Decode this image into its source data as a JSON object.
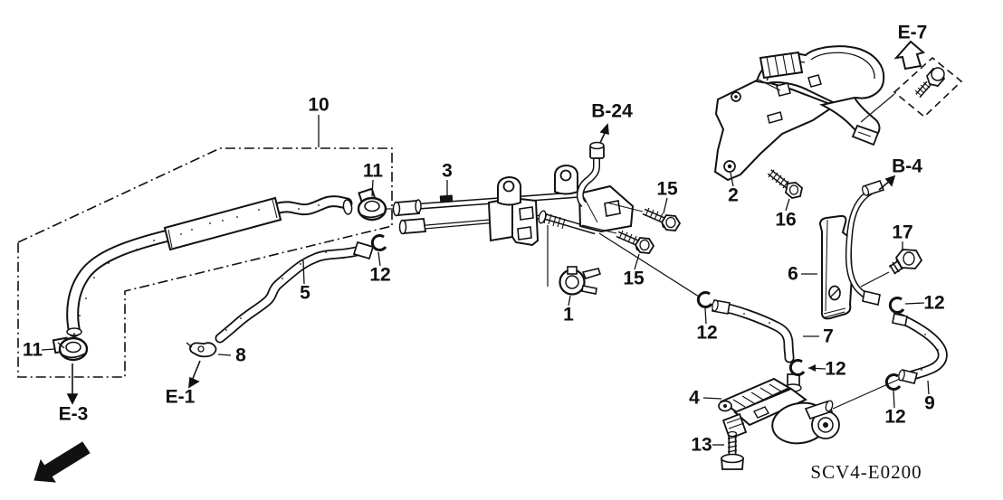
{
  "figure": {
    "code": "SCV4-E0200",
    "front_marker": "FR.",
    "callouts": {
      "c10": "10",
      "c11_right": "11",
      "c3": "3",
      "c15_upper": "15",
      "c2": "2",
      "c16": "16",
      "c17": "17",
      "c6": "6",
      "c12_stay": "12",
      "c12_pipe": "12",
      "c5": "5",
      "c15_lower": "15",
      "c1": "1",
      "c12_hose7": "12",
      "c7": "7",
      "c11_left": "11",
      "c8": "8",
      "c12_valve": "12",
      "c12_hose9": "12",
      "c9": "9",
      "c4": "4",
      "c13": "13"
    },
    "references": {
      "b24": "B-24",
      "e7": "E-7",
      "b4": "B-4",
      "e3": "E-3",
      "e1": "E-1"
    },
    "line_color": "#111111",
    "background_color": "#ffffff"
  }
}
